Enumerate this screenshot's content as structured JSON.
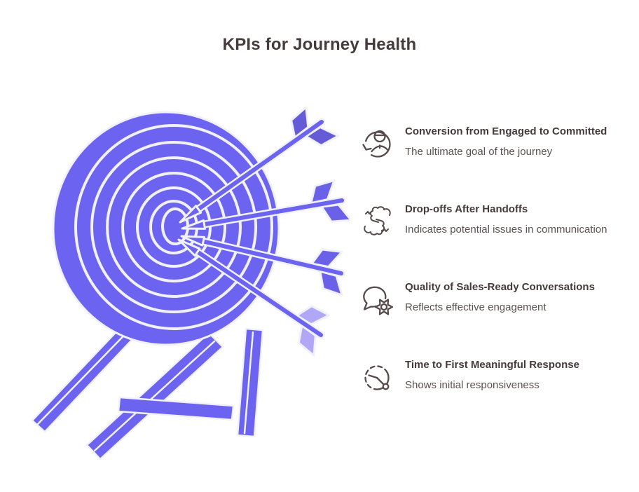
{
  "title": "KPIs for Journey Health",
  "illustration": {
    "name": "target-with-arrows",
    "alt": "Purple dartboard on a wooden stand with four arrows hitting the bullseye",
    "arrow_count": 4,
    "ring_count": 6
  },
  "items": [
    {
      "icon": "user-conversion-icon",
      "title": "Conversion from Engaged to Committed",
      "description": "The ultimate goal of the journey"
    },
    {
      "icon": "handoff-hands-icon",
      "title": "Drop-offs After Handoffs",
      "description": "Indicates potential issues in communication"
    },
    {
      "icon": "chat-gear-icon",
      "title": "Quality of Sales-Ready Conversations",
      "description": "Reflects effective engagement"
    },
    {
      "icon": "clock-icon",
      "title": "Time to First Meaningful Response",
      "description": "Shows initial responsiveness"
    }
  ],
  "colors": {
    "background": "#ffffff",
    "title_text": "#463b3b",
    "item_title_text": "#453a3a",
    "item_desc_text": "#5b5151",
    "icon_stroke": "#564a4a",
    "target_purple": "#6d63f1",
    "outline_light": "#f0f1fb",
    "vane_dark": "#655bd6",
    "vane_medium": "#6a61e8",
    "vane_light": "#b0a8f7"
  }
}
